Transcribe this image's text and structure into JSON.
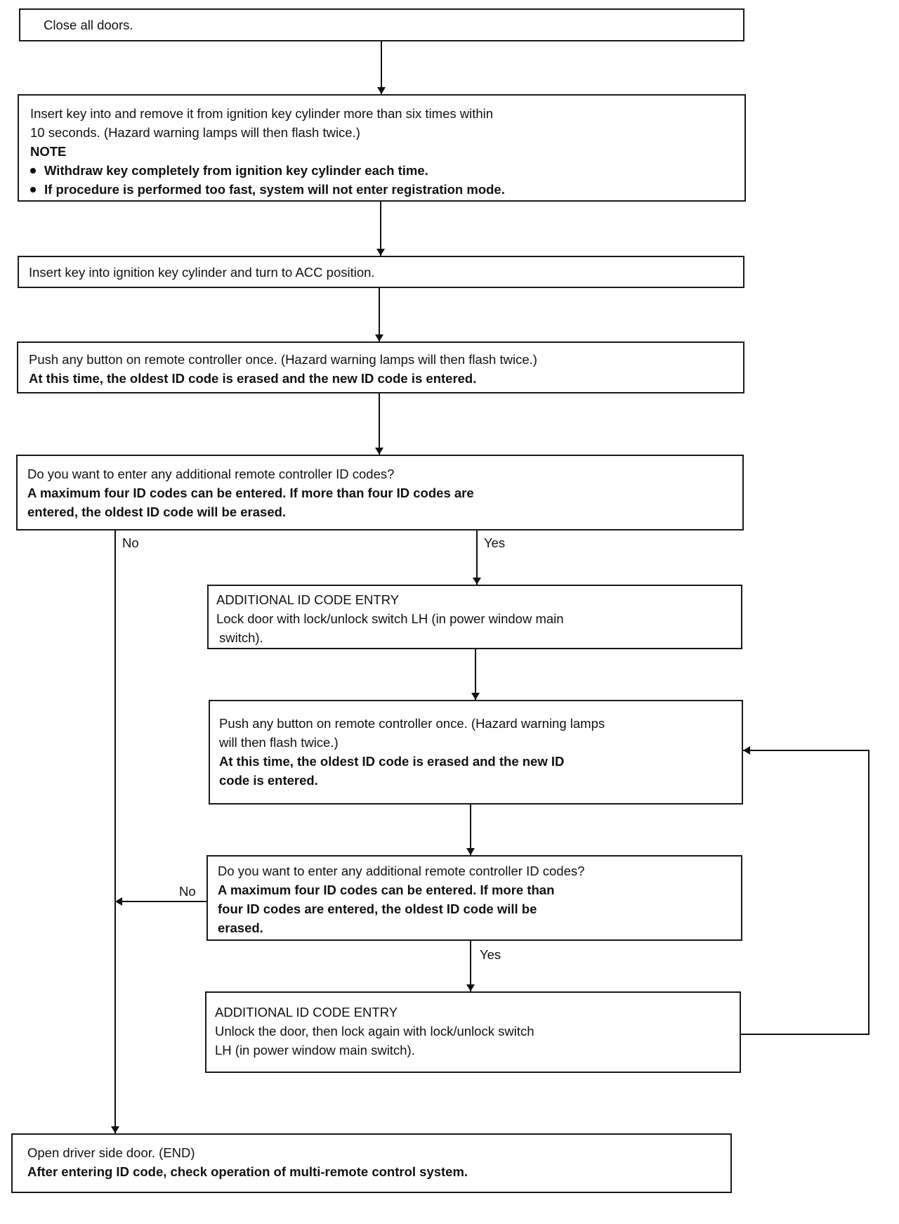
{
  "steps": {
    "close_doors": "Close all doors.",
    "insert_remove": {
      "line1": "Insert key into and remove it from ignition key cylinder more than six times within",
      "line2": "10 seconds. (Hazard warning lamps will then flash twice.)",
      "note_label": "NOTE",
      "note1": "Withdraw key completely from ignition key cylinder each time.",
      "note2": "If procedure is performed too fast, system will not enter registration mode."
    },
    "acc": "Insert key into ignition key cylinder and turn to ACC position.",
    "push_button": {
      "line1": "Push any button on remote controller once. (Hazard warning lamps will then flash twice.)",
      "line2": "At this time, the oldest ID code is erased and the new ID code is entered."
    },
    "question1": {
      "line1": "Do you want to enter any additional remote controller ID codes?",
      "line2": "A maximum four ID codes can be entered. If more than four ID codes are",
      "line3": "entered, the oldest ID code will be erased."
    },
    "entry_lock": {
      "line1": "ADDITIONAL ID CODE ENTRY",
      "line2": "Lock door with lock/unlock switch LH (in power window main",
      "line3": "switch)."
    },
    "push_button2": {
      "line1": "Push any button on remote controller once. (Hazard warning lamps",
      "line2": "will then flash twice.)",
      "line3": "At this time, the oldest ID code is erased and the new ID",
      "line4": "code is entered."
    },
    "question2": {
      "line1": "Do you want to enter any additional remote controller ID codes?",
      "line2": "A maximum four ID codes can be entered. If more than",
      "line3": "four ID codes are entered, the oldest ID code will be",
      "line4": "erased."
    },
    "entry_unlock": {
      "line1": "ADDITIONAL ID CODE ENTRY",
      "line2": "Unlock the door, then lock again with lock/unlock switch",
      "line3": "LH (in power window main switch)."
    },
    "end": {
      "line1": "Open driver side door. (END)",
      "line2": "After entering ID code, check operation of multi-remote control system."
    }
  },
  "labels": {
    "no_1": "No",
    "yes_1": "Yes",
    "no_2": "No",
    "yes_2": "Yes"
  }
}
